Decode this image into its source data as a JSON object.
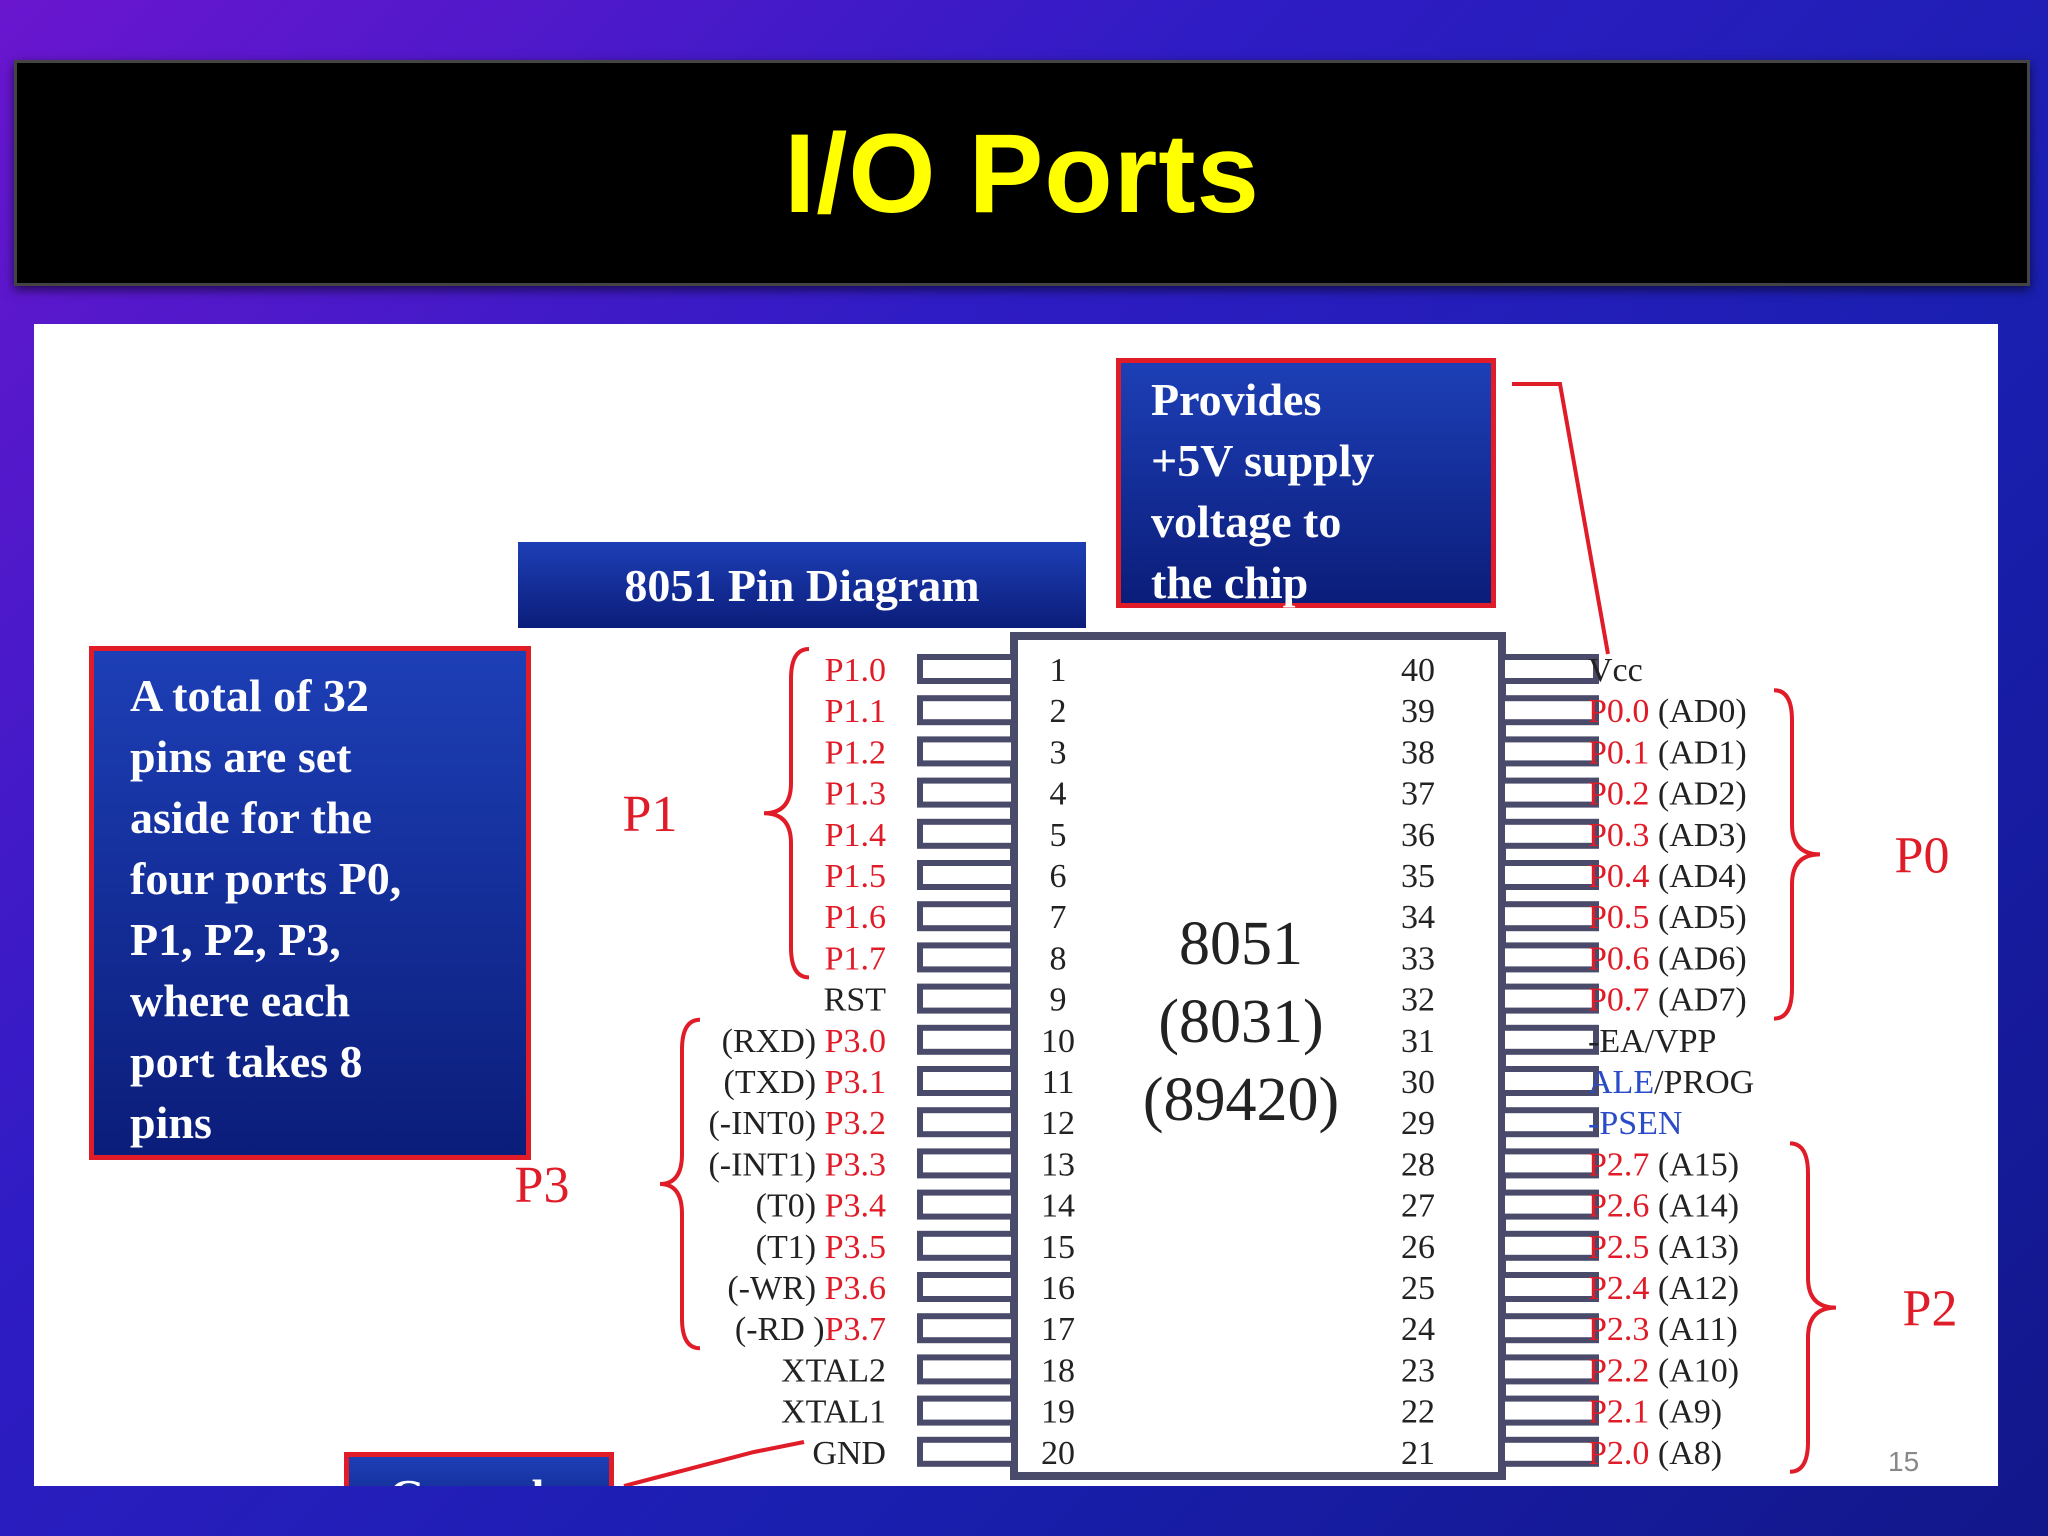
{
  "slide": {
    "title": "I/O Ports",
    "page_number": "15"
  },
  "diagram": {
    "badge": "8051 Pin Diagram",
    "chip_labels": [
      "8051",
      "(8031)",
      "(89420)"
    ],
    "callouts": {
      "supply": [
        "Provides",
        "+5V supply",
        "voltage to",
        "the chip"
      ],
      "ports": [
        "A total of 32",
        "pins are set",
        "aside for the",
        "four ports P0,",
        "P1, P2, P3,",
        "where each",
        "port takes 8",
        "pins"
      ],
      "ground": "Grounds"
    },
    "left_pins": [
      {
        "num": "1",
        "prefix": "",
        "name": "P1.0",
        "name_color": "#e01c28"
      },
      {
        "num": "2",
        "prefix": "",
        "name": "P1.1",
        "name_color": "#e01c28"
      },
      {
        "num": "3",
        "prefix": "",
        "name": "P1.2",
        "name_color": "#e01c28"
      },
      {
        "num": "4",
        "prefix": "",
        "name": "P1.3",
        "name_color": "#e01c28"
      },
      {
        "num": "5",
        "prefix": "",
        "name": "P1.4",
        "name_color": "#e01c28"
      },
      {
        "num": "6",
        "prefix": "",
        "name": "P1.5",
        "name_color": "#e01c28"
      },
      {
        "num": "7",
        "prefix": "",
        "name": "P1.6",
        "name_color": "#e01c28"
      },
      {
        "num": "8",
        "prefix": "",
        "name": "P1.7",
        "name_color": "#e01c28"
      },
      {
        "num": "9",
        "prefix": "",
        "name": "RST",
        "name_color": "#222222"
      },
      {
        "num": "10",
        "prefix": "(RXD) ",
        "name": "P3.0",
        "name_color": "#e01c28"
      },
      {
        "num": "11",
        "prefix": "(TXD) ",
        "name": "P3.1",
        "name_color": "#e01c28"
      },
      {
        "num": "12",
        "prefix": "(-INT0) ",
        "name": "P3.2",
        "name_color": "#e01c28"
      },
      {
        "num": "13",
        "prefix": "(-INT1) ",
        "name": "P3.3",
        "name_color": "#e01c28"
      },
      {
        "num": "14",
        "prefix": "(T0) ",
        "name": "P3.4",
        "name_color": "#e01c28"
      },
      {
        "num": "15",
        "prefix": "(T1) ",
        "name": "P3.5",
        "name_color": "#e01c28"
      },
      {
        "num": "16",
        "prefix": "(-WR) ",
        "name": "P3.6",
        "name_color": "#e01c28"
      },
      {
        "num": "17",
        "prefix": "(-RD )",
        "name": "P3.7",
        "name_color": "#e01c28"
      },
      {
        "num": "18",
        "prefix": "",
        "name": "XTAL2",
        "name_color": "#222222"
      },
      {
        "num": "19",
        "prefix": "",
        "name": "XTAL1",
        "name_color": "#222222"
      },
      {
        "num": "20",
        "prefix": "",
        "name": "GND",
        "name_color": "#222222"
      }
    ],
    "right_pins": [
      {
        "num": "40",
        "name": "Vcc",
        "name_color": "#222222",
        "suffix": "",
        "suffix_color": "#222222"
      },
      {
        "num": "39",
        "name": "P0.0",
        "name_color": "#e01c28",
        "suffix": " (AD0)",
        "suffix_color": "#222222"
      },
      {
        "num": "38",
        "name": "P0.1",
        "name_color": "#e01c28",
        "suffix": " (AD1)",
        "suffix_color": "#222222"
      },
      {
        "num": "37",
        "name": "P0.2",
        "name_color": "#e01c28",
        "suffix": " (AD2)",
        "suffix_color": "#222222"
      },
      {
        "num": "36",
        "name": "P0.3",
        "name_color": "#e01c28",
        "suffix": " (AD3)",
        "suffix_color": "#222222"
      },
      {
        "num": "35",
        "name": "P0.4",
        "name_color": "#e01c28",
        "suffix": " (AD4)",
        "suffix_color": "#222222"
      },
      {
        "num": "34",
        "name": "P0.5",
        "name_color": "#e01c28",
        "suffix": " (AD5)",
        "suffix_color": "#222222"
      },
      {
        "num": "33",
        "name": "P0.6",
        "name_color": "#e01c28",
        "suffix": " (AD6)",
        "suffix_color": "#222222"
      },
      {
        "num": "32",
        "name": "P0.7",
        "name_color": "#e01c28",
        "suffix": " (AD7)",
        "suffix_color": "#222222"
      },
      {
        "num": "31",
        "name": "-EA/VPP",
        "name_color": "#222222",
        "suffix": "",
        "suffix_color": "#222222"
      },
      {
        "num": "30",
        "name": "ALE",
        "name_color": "#2a4cc8",
        "suffix": "/PROG",
        "suffix_color": "#222222"
      },
      {
        "num": "29",
        "name": "-PSEN",
        "name_color": "#2a4cc8",
        "suffix": "",
        "suffix_color": "#222222"
      },
      {
        "num": "28",
        "name": "P2.7",
        "name_color": "#e01c28",
        "suffix": " (A15)",
        "suffix_color": "#222222"
      },
      {
        "num": "27",
        "name": "P2.6",
        "name_color": "#e01c28",
        "suffix": " (A14)",
        "suffix_color": "#222222"
      },
      {
        "num": "26",
        "name": "P2.5",
        "name_color": "#e01c28",
        "suffix": " (A13)",
        "suffix_color": "#222222"
      },
      {
        "num": "25",
        "name": "P2.4",
        "name_color": "#e01c28",
        "suffix": " (A12)",
        "suffix_color": "#222222"
      },
      {
        "num": "24",
        "name": "P2.3",
        "name_color": "#e01c28",
        "suffix": " (A11)",
        "suffix_color": "#222222"
      },
      {
        "num": "23",
        "name": "P2.2",
        "name_color": "#e01c28",
        "suffix": " (A10)",
        "suffix_color": "#222222"
      },
      {
        "num": "22",
        "name": "P2.1",
        "name_color": "#e01c28",
        "suffix": " (A9)",
        "suffix_color": "#222222"
      },
      {
        "num": "21",
        "name": "P2.0",
        "name_color": "#e01c28",
        "suffix": " (A8)",
        "suffix_color": "#222222"
      }
    ],
    "port_groups": [
      {
        "label": "P1",
        "side": "left",
        "first_pin": 0,
        "last_pin": 7
      },
      {
        "label": "P3",
        "side": "left",
        "first_pin": 9,
        "last_pin": 16
      },
      {
        "label": "P0",
        "side": "right",
        "first_pin": 1,
        "last_pin": 8
      },
      {
        "label": "P2",
        "side": "right",
        "first_pin": 12,
        "last_pin": 19
      }
    ],
    "colors": {
      "accent_red": "#e01c28",
      "chip_outline": "#4a4a6a",
      "title_yellow": "#ffff00"
    }
  }
}
